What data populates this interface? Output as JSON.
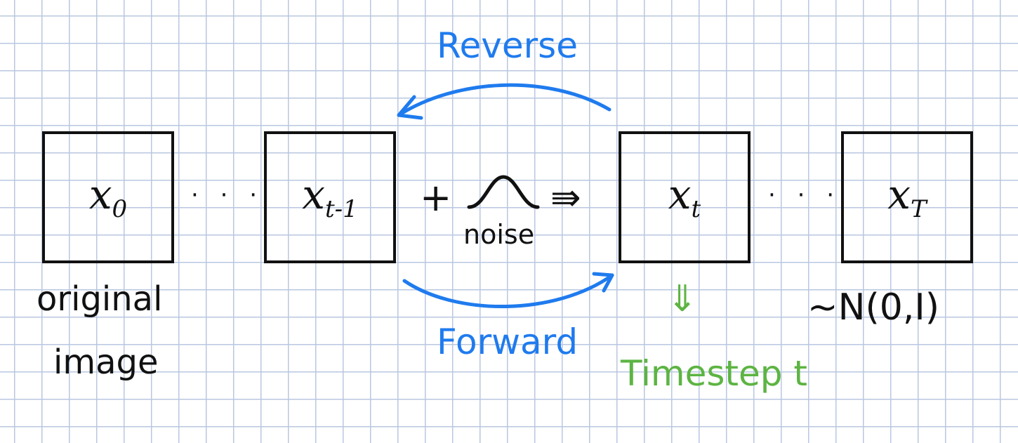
{
  "nodes": [
    {
      "var": "x",
      "sub": "0"
    },
    {
      "var": "x",
      "sub": "t-1"
    },
    {
      "var": "x",
      "sub": "t"
    },
    {
      "var": "x",
      "sub": "T"
    }
  ],
  "ellipsis": "· · ·",
  "labels": {
    "reverse": "Reverse",
    "forward": "Forward",
    "plus": "+",
    "noise": "noise",
    "implies": "⇛",
    "original_line1": "original",
    "original_line2": "image",
    "distribution": "~N(0,I)",
    "timestep": "Timestep t",
    "down_arrow": "⇓"
  },
  "colors": {
    "ink": "#111111",
    "blue": "#1f7bee",
    "green": "#5db443",
    "grid": "#b9c7e0"
  }
}
